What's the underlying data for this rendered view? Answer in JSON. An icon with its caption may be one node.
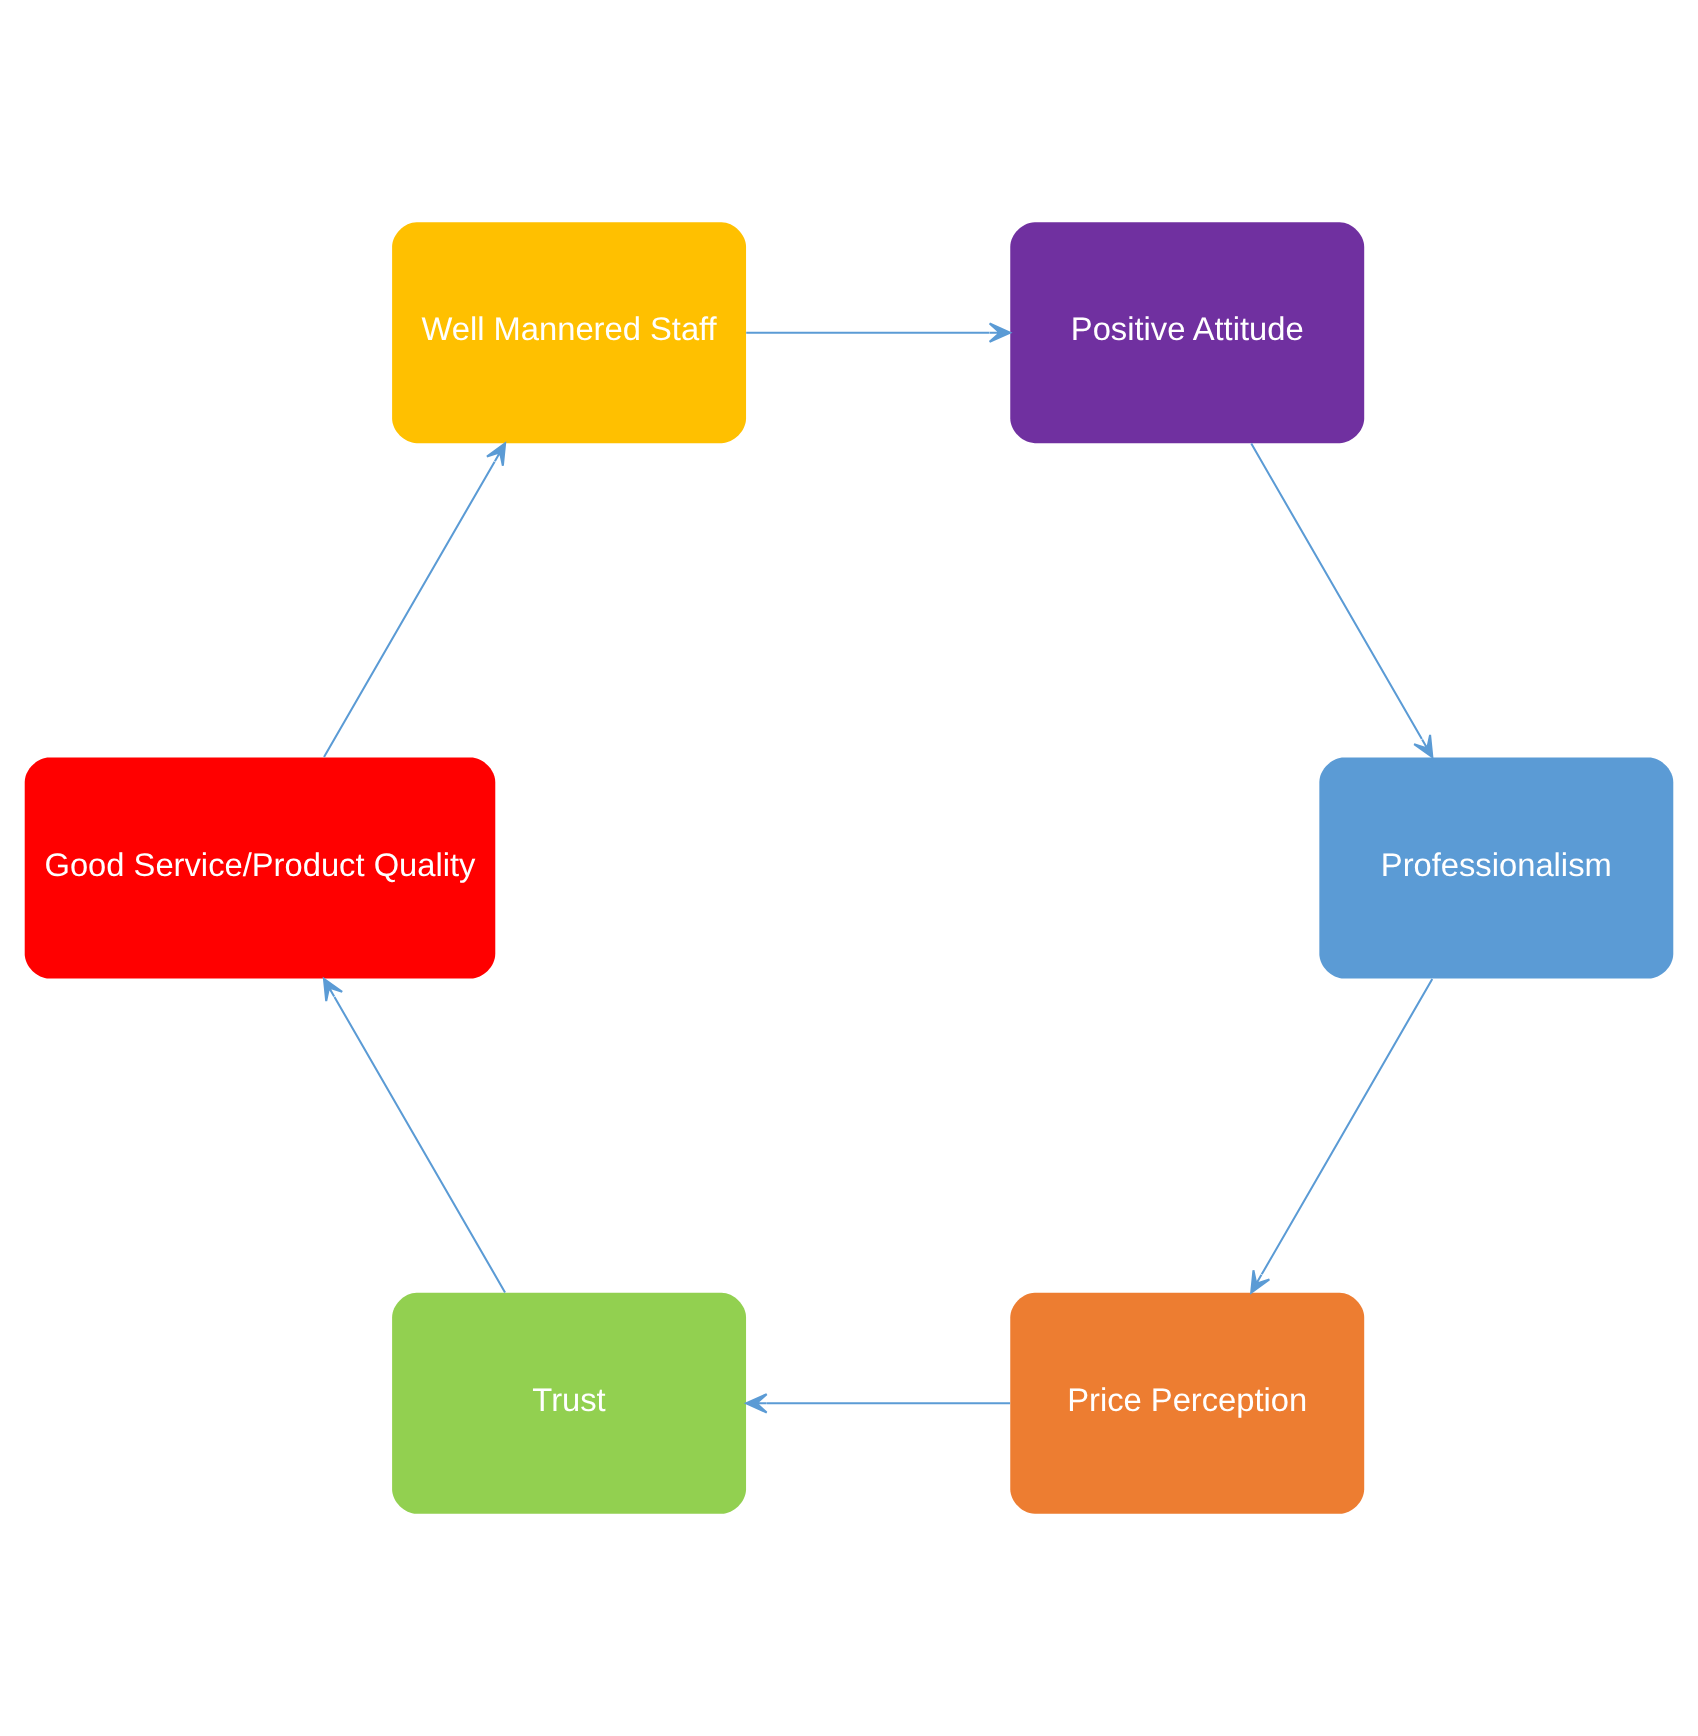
{
  "diagram": {
    "nodes": [
      {
        "text": [
          "Price Perception"
        ]
      },
      {
        "text": [
          "Professionalism"
        ]
      },
      {
        "text": [
          "Trust"
        ]
      },
      {
        "text": [
          "Positive Attitude"
        ]
      },
      {
        "text": [
          "Good Service/Product Quality"
        ]
      },
      {
        "text": [
          "Well Mannered Staff"
        ]
      }
    ],
    "edges": [
      {
        "from": 0,
        "to": 2,
        "arrow": "to"
      },
      {
        "from": 2,
        "to": 4,
        "arrow": "to"
      },
      {
        "from": 4,
        "to": 5,
        "arrow": "to"
      },
      {
        "from": 5,
        "to": 3,
        "arrow": "to"
      },
      {
        "from": 3,
        "to": 1,
        "arrow": "to"
      },
      {
        "from": 1,
        "to": 0,
        "arrow": "to"
      }
    ]
  }
}
